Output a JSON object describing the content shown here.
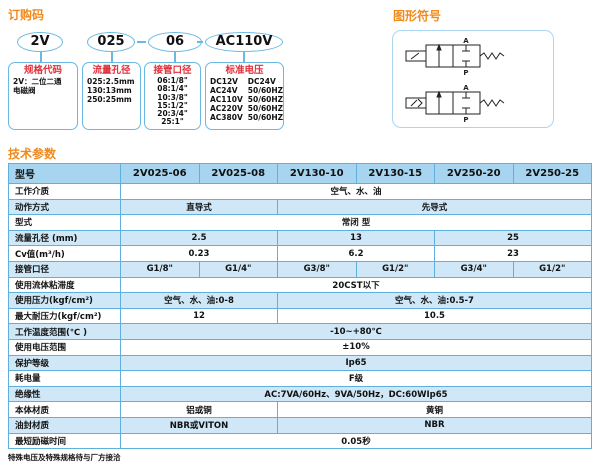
{
  "order_code": {
    "title": "订购码",
    "codes": [
      "2V",
      "025",
      "06",
      "AC110V"
    ],
    "boxes": [
      {
        "heading": "规格代码",
        "lines": [
          "2V：二位二通",
          "电磁阀"
        ]
      },
      {
        "heading": "流量孔径",
        "lines": [
          "025:2.5mm",
          "130:13mm",
          "250:25mm"
        ]
      },
      {
        "heading": "接管口径",
        "lines": [
          "06:1/8\"",
          "08:1/4\"",
          "10:3/8\"",
          "15:1/2\"",
          "20:3/4\"",
          "25:1\""
        ]
      },
      {
        "heading": "标准电压",
        "pairs": [
          [
            "DC12V",
            "DC24V"
          ],
          [
            "AC24V",
            "50/60HZ"
          ],
          [
            "AC110V",
            "50/60HZ"
          ],
          [
            "AC220V",
            "50/60HZ"
          ],
          [
            "AC380V",
            "50/60HZ"
          ]
        ]
      }
    ]
  },
  "symbol": {
    "title": "图形符号",
    "port_a": "A",
    "port_p": "P"
  },
  "specs": {
    "title": "技术参数",
    "header": [
      "型号",
      "2V025-06",
      "2V025-08",
      "2V130-10",
      "2V130-15",
      "2V250-20",
      "2V250-25"
    ],
    "rows": [
      {
        "label": "工作介质",
        "cells": [
          {
            "t": "空气、水、油",
            "s": 6
          }
        ]
      },
      {
        "label": "动作方式",
        "cells": [
          {
            "t": "直导式",
            "s": 2
          },
          {
            "t": "先导式",
            "s": 4
          }
        ]
      },
      {
        "label": "型式",
        "cells": [
          {
            "t": "常闭 型",
            "s": 6
          }
        ]
      },
      {
        "label": "流量孔径 (mm)",
        "cells": [
          {
            "t": "2.5",
            "s": 2
          },
          {
            "t": "13",
            "s": 2
          },
          {
            "t": "25",
            "s": 2
          }
        ]
      },
      {
        "label": "Cv值(m³/h)",
        "cells": [
          {
            "t": "0.23",
            "s": 2
          },
          {
            "t": "6.2",
            "s": 2
          },
          {
            "t": "23",
            "s": 2
          }
        ]
      },
      {
        "label": "接管口径",
        "cells": [
          {
            "t": "G1/8\"",
            "s": 1
          },
          {
            "t": "G1/4\"",
            "s": 1
          },
          {
            "t": "G3/8\"",
            "s": 1
          },
          {
            "t": "G1/2\"",
            "s": 1
          },
          {
            "t": "G3/4\"",
            "s": 1
          },
          {
            "t": "G1/2\"",
            "s": 1
          }
        ]
      },
      {
        "label": "使用流体粘滞度",
        "cells": [
          {
            "t": "20CST以下",
            "s": 6
          }
        ]
      },
      {
        "label": "使用压力(kgf/cm²)",
        "cells": [
          {
            "t": "空气、水、油:0-8",
            "s": 2
          },
          {
            "t": "空气、水、油:0.5-7",
            "s": 4
          }
        ]
      },
      {
        "label": "最大耐压力(kgf/cm²)",
        "cells": [
          {
            "t": "12",
            "s": 2
          },
          {
            "t": "10.5",
            "s": 4
          }
        ]
      },
      {
        "label": "工作温度范围(℃ )",
        "cells": [
          {
            "t": "-10~+80℃",
            "s": 6
          }
        ]
      },
      {
        "label": "使用电压范围",
        "cells": [
          {
            "t": "±10%",
            "s": 6
          }
        ]
      },
      {
        "label": "保护等级",
        "cells": [
          {
            "t": "Ip65",
            "s": 6
          }
        ]
      },
      {
        "label": "耗电量",
        "cells": [
          {
            "t": "F级",
            "s": 6
          }
        ]
      },
      {
        "label": "绝缘性",
        "cells": [
          {
            "t": "AC:7VA/60Hz、9VA/50Hz，DC:60WIp65",
            "s": 6
          }
        ]
      },
      {
        "label": "本体材质",
        "cells": [
          {
            "t": "铝或铜",
            "s": 2
          },
          {
            "t": "黄铜",
            "s": 4
          }
        ]
      },
      {
        "label": "油封材质",
        "cells": [
          {
            "t": "NBR或VITON",
            "s": 2
          },
          {
            "t": "NBR",
            "s": 4
          }
        ]
      },
      {
        "label": "最短励磁时间",
        "cells": [
          {
            "t": "0.05秒",
            "s": 6
          }
        ]
      }
    ],
    "footnote": "特殊电压及特殊规格待与厂方接洽"
  },
  "colors": {
    "accent": "#f08a1c",
    "heading_red": "#e0303a",
    "border": "#5fb0dc",
    "row_blue": "#cfe7f6",
    "header_blue": "#a7d4ee"
  }
}
